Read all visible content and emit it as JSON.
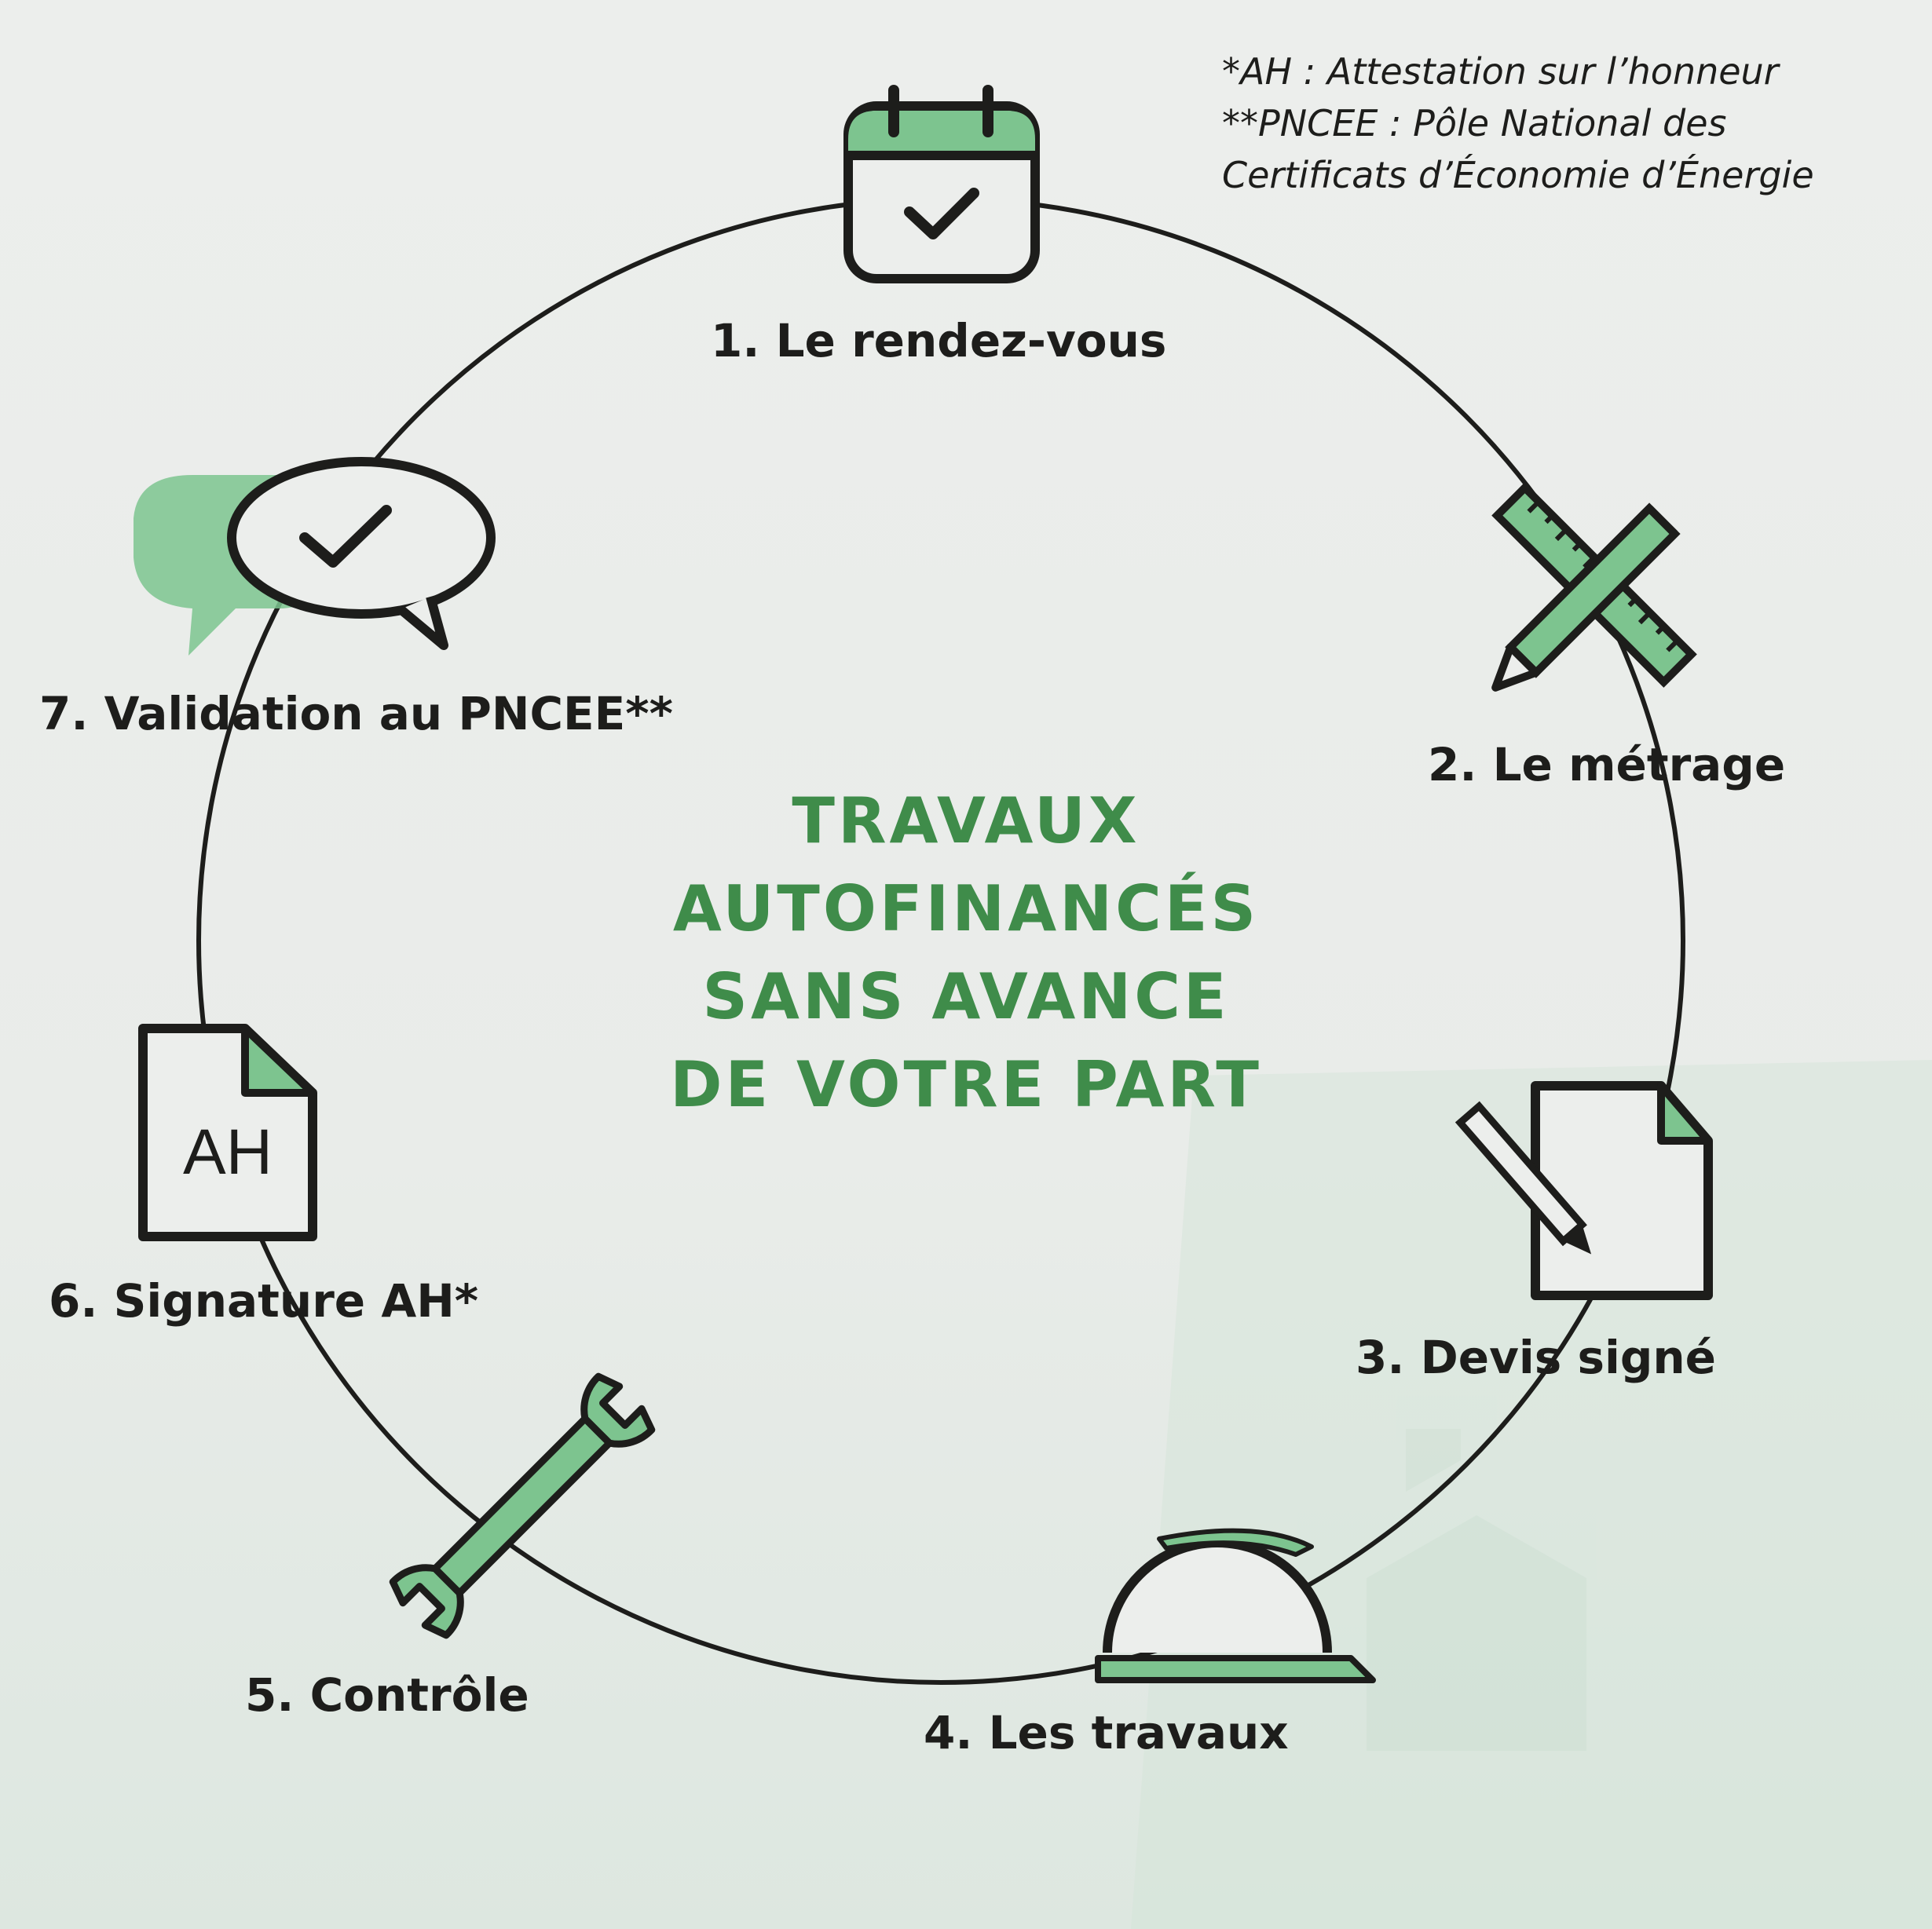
{
  "footnotes": [
    "*AH : Attestation sur l’honneur",
    "**PNCEE : Pôle National des",
    "Certificats d’Économie d’Énergie"
  ],
  "center_title": [
    "TRAVAUX",
    "AUTOFINANCÉS",
    "SANS AVANCE",
    "DE VOTRE PART"
  ],
  "steps": [
    {
      "label": "1. Le rendez-vous",
      "icon": "calendar-check-icon"
    },
    {
      "label": "2. Le métrage",
      "icon": "ruler-pencil-icon"
    },
    {
      "label": "3. Devis signé",
      "icon": "signed-document-icon"
    },
    {
      "label": "4. Les travaux",
      "icon": "hard-hat-icon"
    },
    {
      "label": "5. Contrôle",
      "icon": "wrench-icon"
    },
    {
      "label": "6. Signature AH*",
      "icon": "ah-document-icon"
    },
    {
      "label": "7. Validation au PNCEE**",
      "icon": "speech-bubble-check-icon"
    }
  ],
  "ah_icon_text": "AH",
  "colors": {
    "accent": "#7dc48f",
    "title": "#3f8c4a",
    "stroke": "#1d1d1b"
  }
}
